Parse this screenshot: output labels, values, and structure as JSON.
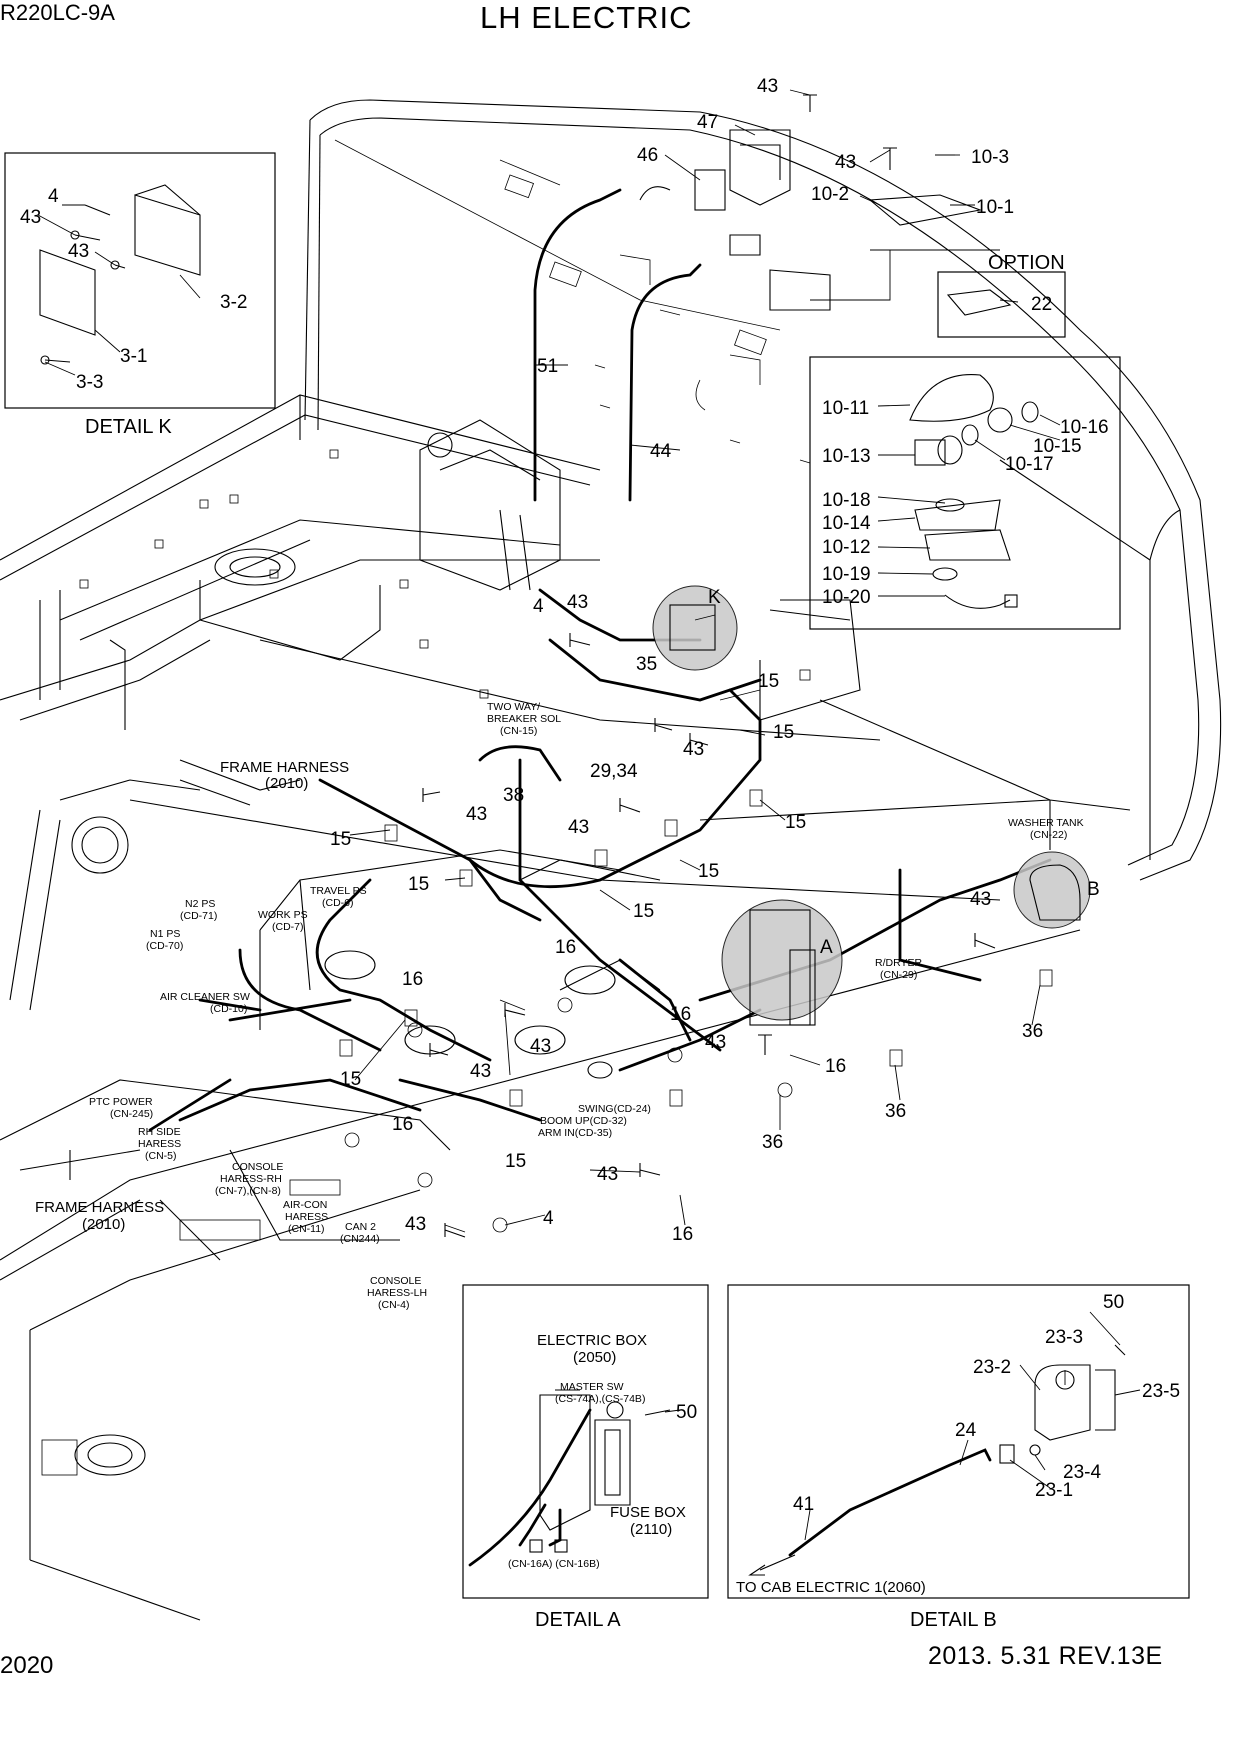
{
  "header": {
    "model": "R220LC-9A",
    "title": "LH ELECTRIC"
  },
  "footer": {
    "page_number": "2020",
    "revision": "2013. 5.31  REV.13E"
  },
  "details": {
    "detail_k": "DETAIL K",
    "detail_a": "DETAIL A",
    "detail_b": "DETAIL B",
    "option": "OPTION"
  },
  "part_numbers": {
    "p43": "43",
    "p47": "47",
    "p46": "46",
    "p10_3": "10-3",
    "p10_2": "10-2",
    "p10_1": "10-1",
    "p22": "22",
    "p51": "51",
    "p44": "44",
    "p10_11": "10-11",
    "p10_16": "10-16",
    "p10_15": "10-15",
    "p10_13": "10-13",
    "p10_17": "10-17",
    "p10_18": "10-18",
    "p10_14": "10-14",
    "p10_12": "10-12",
    "p10_19": "10-19",
    "p10_20": "10-20",
    "p4": "4",
    "p3_2": "3-2",
    "p3_1": "3-1",
    "p3_3": "3-3",
    "pK": "K",
    "p35": "35",
    "p15": "15",
    "p29_34": "29,34",
    "p38": "38",
    "p16": "16",
    "pA": "A",
    "pB": "B",
    "p36": "36",
    "p50": "50",
    "p23_3": "23-3",
    "p23_2": "23-2",
    "p23_5": "23-5",
    "p24": "24",
    "p23_4": "23-4",
    "p23_1": "23-1",
    "p41": "41"
  },
  "connectors": {
    "two_way": "TWO WAY/",
    "breaker_sol": "BREAKER SOL",
    "cn15": "(CN-15)",
    "frame_harness": "FRAME HARNESS",
    "frame_harness_ref": "(2010)",
    "n2_ps": "N2 PS",
    "cd71": "(CD-71)",
    "travel_ps": "TRAVEL PS",
    "cd6": "(CD-6)",
    "work_ps": "WORK PS",
    "cd7": "(CD-7)",
    "n1_ps": "N1 PS",
    "cd70": "(CD-70)",
    "air_cleaner_sw": "AIR CLEANER SW",
    "cd10": "(CD-10)",
    "ptc_power": "PTC POWER",
    "cn245": "(CN-245)",
    "rh_side": "RH SIDE",
    "haress": "HARESS",
    "cn5": "(CN-5)",
    "console_haress_rh": "CONSOLE",
    "haress_rh": "HARESS-RH",
    "cn7_cn8": "(CN-7),(CN-8)",
    "air_con": "AIR-CON",
    "haress2": "HARESS",
    "cn11": "(CN-11)",
    "can2": "CAN 2",
    "cn244": "(CN244)",
    "console_lh": "CONSOLE",
    "haress_lh": "HARESS-LH",
    "cn4": "(CN-4)",
    "swing": "SWING(CD-24)",
    "boom_up": "BOOM UP(CD-32)",
    "arm_in": "ARM IN(CD-35)",
    "washer_tank": "WASHER TANK",
    "cn22": "(CN-22)",
    "r_dryer": "R/DRYER",
    "cn29": "(CN-29)",
    "electric_box": "ELECTRIC BOX",
    "electric_box_ref": "(2050)",
    "master_sw": "MASTER SW",
    "cs74": "(CS-74A),(CS-74B)",
    "fuse_box": "FUSE BOX",
    "fuse_box_ref": "(2110)",
    "cn16": "(CN-16A) (CN-16B)",
    "to_cab": "TO CAB ELECTRIC 1(2060)"
  }
}
